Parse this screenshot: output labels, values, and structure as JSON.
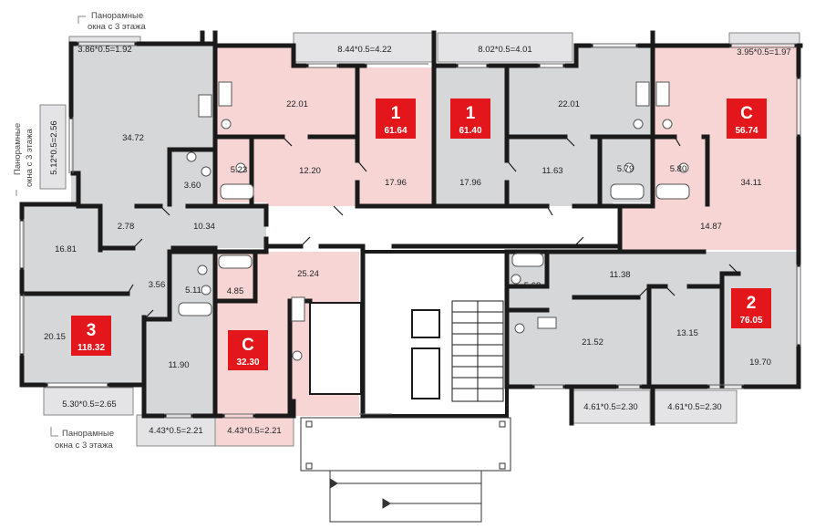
{
  "colors": {
    "sold_gray": "#d6d7d9",
    "available_pink": "#f7d5d5",
    "badge_red": "#e3161b",
    "wall": "#1a1a1a",
    "balcony_fill": "#e4e4e6"
  },
  "notes": {
    "top": [
      "Панорамные",
      "окна с 3 этажа"
    ],
    "left": [
      "Панорамные",
      "окна с 3 этажа"
    ],
    "bottom": [
      "Панорамные",
      "окна с 3 этажа"
    ]
  },
  "balconies": {
    "b_top_left": "3.86*0.5=1.92",
    "b_top_mid_left": "8.44*0.5=4.22",
    "b_top_mid_right": "8.02*0.5=4.01",
    "b_top_right": "3.95*0.5=1.97",
    "b_left": "5.12*0.5=2.56",
    "b_bottom_left": "5.30*0.5=2.65",
    "b_bottom_l2": "4.43*0.5=2.21",
    "b_bottom_l3": "4.43*0.5=2.21",
    "b_bottom_r1": "4.61*0.5=2.30",
    "b_bottom_r2": "4.61*0.5=2.30"
  },
  "rooms": {
    "r_34_72": "34.72",
    "r_3_60": "3.60",
    "r_2_78": "2.78",
    "r_10_34": "10.34",
    "r_16_81": "16.81",
    "r_3_56": "3.56",
    "r_20_15": "20.15",
    "r_11_90": "11.90",
    "r_5_11": "5.11",
    "r_22_01_l": "22.01",
    "r_5_23": "5.23",
    "r_12_20": "12.20",
    "r_17_96_l": "17.96",
    "r_17_96_r": "17.96",
    "r_25_24": "25.24",
    "r_4_85": "4.85",
    "r_22_01_r": "22.01",
    "r_11_63": "11.63",
    "r_5_79": "5.79",
    "r_5_80": "5.80",
    "r_34_11": "34.11",
    "r_14_87": "14.87",
    "r_11_38": "11.38",
    "r_5_68": "5.68",
    "r_21_52": "21.52",
    "r_13_15": "13.15",
    "r_19_70": "19.70"
  },
  "apartments": [
    {
      "type": "1",
      "area": "61.64"
    },
    {
      "type": "1",
      "area": "61.40"
    },
    {
      "type": "С",
      "area": "56.74"
    },
    {
      "type": "3",
      "area": "118.32"
    },
    {
      "type": "С",
      "area": "32.30"
    },
    {
      "type": "2",
      "area": "76.05"
    }
  ]
}
